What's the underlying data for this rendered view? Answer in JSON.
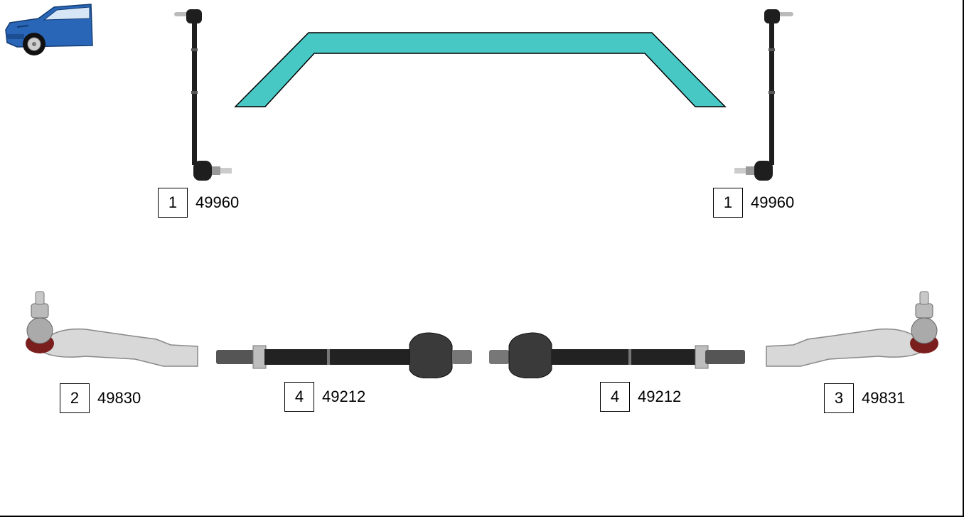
{
  "colors": {
    "stabilizer_bar": "#48c8c4",
    "metal_dark": "#222222",
    "metal_light": "#d8d8d8",
    "car_body": "#2a66b8"
  },
  "icons": {
    "vehicle": "car-icon"
  },
  "callouts": [
    {
      "position": "1",
      "part_number": "49960"
    },
    {
      "position": "1",
      "part_number": "49960"
    },
    {
      "position": "2",
      "part_number": "49830"
    },
    {
      "position": "4",
      "part_number": "49212"
    },
    {
      "position": "4",
      "part_number": "49212"
    },
    {
      "position": "3",
      "part_number": "49831"
    }
  ]
}
